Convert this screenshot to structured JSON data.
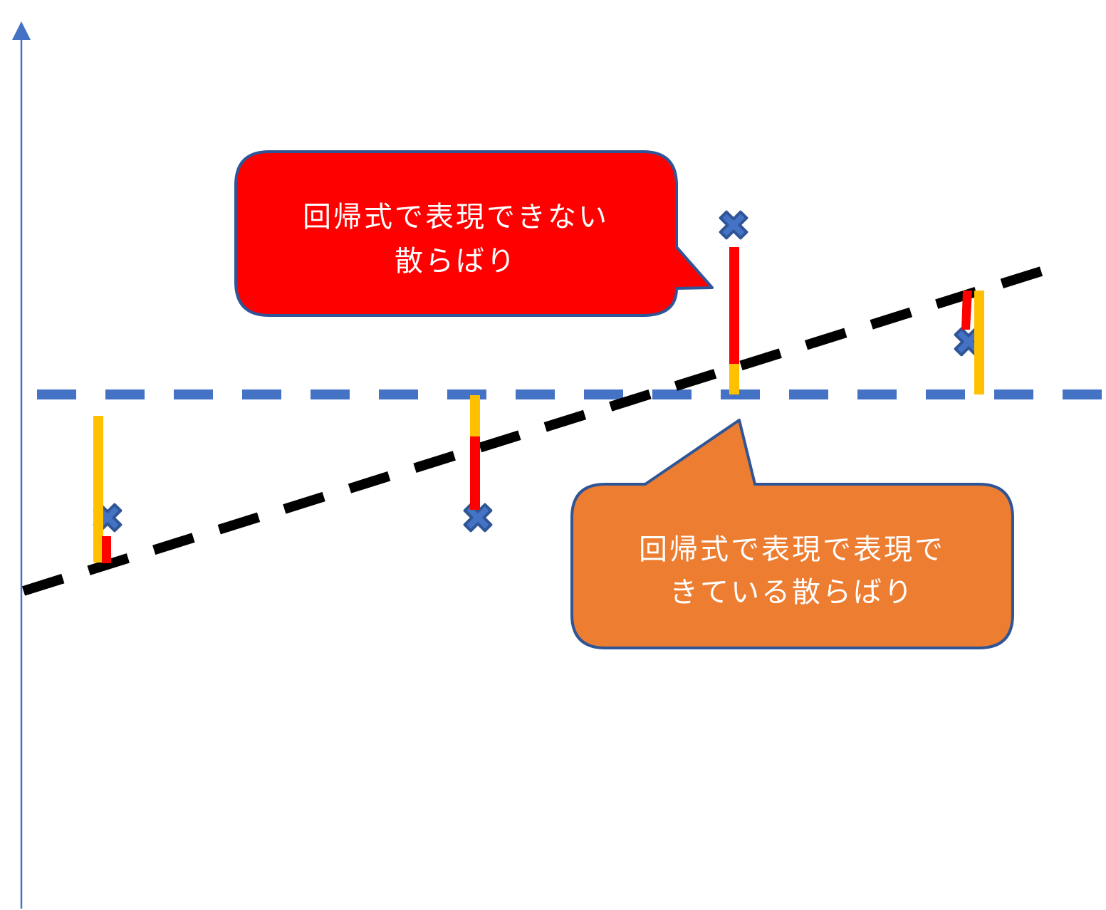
{
  "diagram": {
    "title": "",
    "colors": {
      "axis": "#4472C4",
      "mean_line": "#4472C4",
      "regression_line": "#000000",
      "point_fill": "#4472C4",
      "point_stroke": "#2F5597",
      "explained_deviation": "#FFC000",
      "unexplained_deviation": "#FF0000",
      "callout_unexplained_fill": "#FF0000",
      "callout_explained_fill": "#ED7D31",
      "callout_border": "#2F5597",
      "callout_text": "#FFFFFF"
    },
    "y_axis": {
      "label": "",
      "has_arrow": true
    },
    "mean_line": {
      "label": "",
      "style": "dashed"
    },
    "regression_line": {
      "label": "",
      "style": "dashed"
    },
    "points": [
      {
        "id": "p1",
        "marker": "x"
      },
      {
        "id": "p2",
        "marker": "x"
      },
      {
        "id": "p3",
        "marker": "x"
      },
      {
        "id": "p4",
        "marker": "x"
      }
    ],
    "callouts": {
      "unexplained": {
        "lines": [
          "回帰式で表現できない",
          "散らばり"
        ]
      },
      "explained": {
        "lines": [
          "回帰式で表現で表現で",
          "きている散らばり"
        ]
      }
    }
  }
}
